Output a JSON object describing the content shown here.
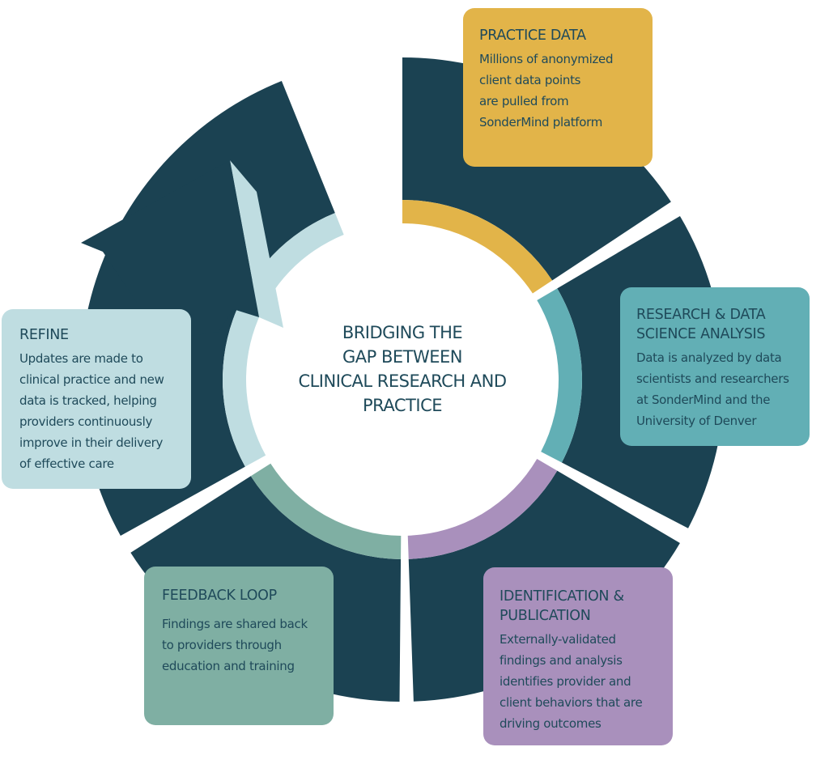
{
  "center": {
    "title_lines": [
      "BRIDGING THE",
      "GAP BETWEEN",
      "CLINICAL RESEARCH AND",
      "PRACTICE"
    ]
  },
  "colors": {
    "ring_dark": "#1b4252",
    "practice": "#e2b449",
    "research": "#62afb5",
    "identification": "#a990bc",
    "feedback": "#7fafa3",
    "refine": "#bfdde1",
    "text": "#1f4a5a"
  },
  "stages": [
    {
      "key": "practice",
      "title": "PRACTICE DATA",
      "body_lines": [
        "Millions of anonymized",
        "client data points",
        "are pulled from",
        "SonderMind platform"
      ]
    },
    {
      "key": "research",
      "title_lines": [
        "RESEARCH & DATA",
        "SCIENCE ANALYSIS"
      ],
      "body_lines": [
        "Data is analyzed by data",
        "scientists and researchers",
        "at SonderMind and the",
        "University of Denver"
      ]
    },
    {
      "key": "identification",
      "title_lines": [
        "IDENTIFICATION &",
        "PUBLICATION"
      ],
      "body_lines": [
        "Externally-validated",
        "findings and analysis",
        "identifies provider and",
        "client behaviors that are",
        "driving outcomes"
      ]
    },
    {
      "key": "feedback",
      "title": "FEEDBACK LOOP",
      "body_lines": [
        "Findings are shared back",
        "to providers through",
        "education and training"
      ]
    },
    {
      "key": "refine",
      "title": "REFINE",
      "body_lines": [
        "Updates are made to",
        "clinical practice and new",
        "data is tracked, helping",
        "providers continuously",
        "improve in their delivery",
        "of effective care"
      ]
    }
  ]
}
